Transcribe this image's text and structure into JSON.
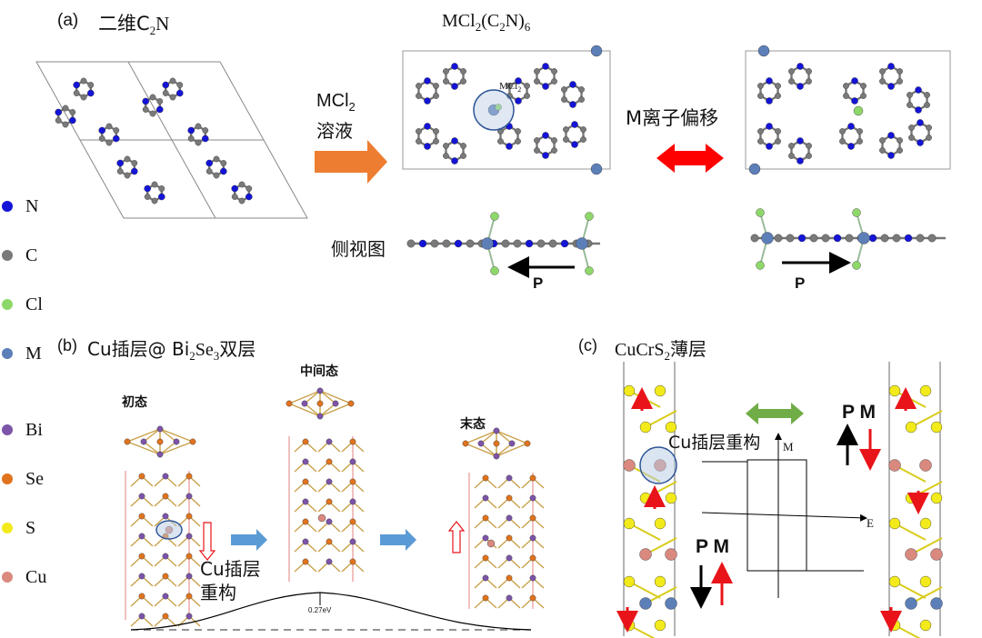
{
  "panel_a": {
    "label": "(a)",
    "title_main": "二维C",
    "title_sub": "2",
    "title_end": "N",
    "center_title": {
      "a": "MCl",
      "s1": "2",
      "b": "(C",
      "s2": "2",
      "c": "N)",
      "s3": "6"
    },
    "inset_label": {
      "a": "MCl",
      "s": "2"
    },
    "solution_label": {
      "a": "MCl",
      "s": "2",
      "line2": "溶液"
    },
    "shift_label": "M离子偏移",
    "side_view_label": "侧视图",
    "polarization_left": "P",
    "polarization_right": "P"
  },
  "legend": [
    {
      "label": "N",
      "color": "#1414d8"
    },
    {
      "label": "C",
      "color": "#7a7a7a"
    },
    {
      "label": "Cl",
      "color": "#8ed86a"
    },
    {
      "label": "M",
      "color": "#5c7fb8"
    },
    {
      "label": "Bi",
      "color": "#7c54a8"
    },
    {
      "label": "Se",
      "color": "#e0731e"
    },
    {
      "label": "S",
      "color": "#f2ea1a"
    },
    {
      "label": "Cu",
      "color": "#d9897e"
    }
  ],
  "panel_b": {
    "label": "(b)",
    "title_a": "Cu插层@ Bi",
    "title_s1": "2",
    "title_b": "Se",
    "title_s2": "3",
    "title_c": "双层",
    "state_initial": "初态",
    "state_middle": "中间态",
    "state_final": "末态",
    "reconstruct_line1": "Cu插层",
    "reconstruct_line2": "重构",
    "barrier": "0.27eV"
  },
  "panel_c": {
    "label": "(c)",
    "title_a": "CuCrS",
    "title_s": "2",
    "title_b": "薄层",
    "reconstruct": "Cu插层重构",
    "axis_m": "M",
    "axis_e": "E",
    "pm_left": "P M",
    "pm_right": "P M"
  }
}
